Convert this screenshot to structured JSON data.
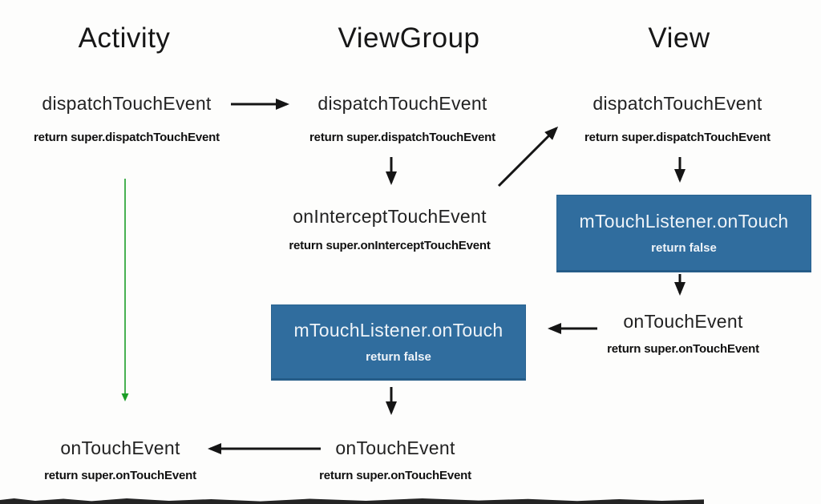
{
  "headers": {
    "activity": "Activity",
    "viewgroup": "ViewGroup",
    "view": "View"
  },
  "activity": {
    "dispatch": {
      "label": "dispatchTouchEvent",
      "note": "return super.dispatchTouchEvent"
    },
    "ontouch": {
      "label": "onTouchEvent",
      "note": "return super.onTouchEvent"
    }
  },
  "viewgroup": {
    "dispatch": {
      "label": "dispatchTouchEvent",
      "note": "return super.dispatchTouchEvent"
    },
    "onintercept": {
      "label": "onInterceptTouchEvent",
      "note": "return super.onInterceptTouchEvent"
    },
    "listener": {
      "label": "mTouchListener.onTouch",
      "note": "return false"
    },
    "ontouch": {
      "label": "onTouchEvent",
      "note": "return super.onTouchEvent"
    }
  },
  "view": {
    "dispatch": {
      "label": "dispatchTouchEvent",
      "note": "return super.dispatchTouchEvent"
    },
    "listener": {
      "label": "mTouchListener.onTouch",
      "note": "return false"
    },
    "ontouch": {
      "label": "onTouchEvent",
      "note": "return super.onTouchEvent"
    }
  },
  "colors": {
    "box_blue": "#306d9e",
    "arrow_black": "#151515",
    "arrow_green": "#1b9e27",
    "bottom_edge": "#242424"
  }
}
